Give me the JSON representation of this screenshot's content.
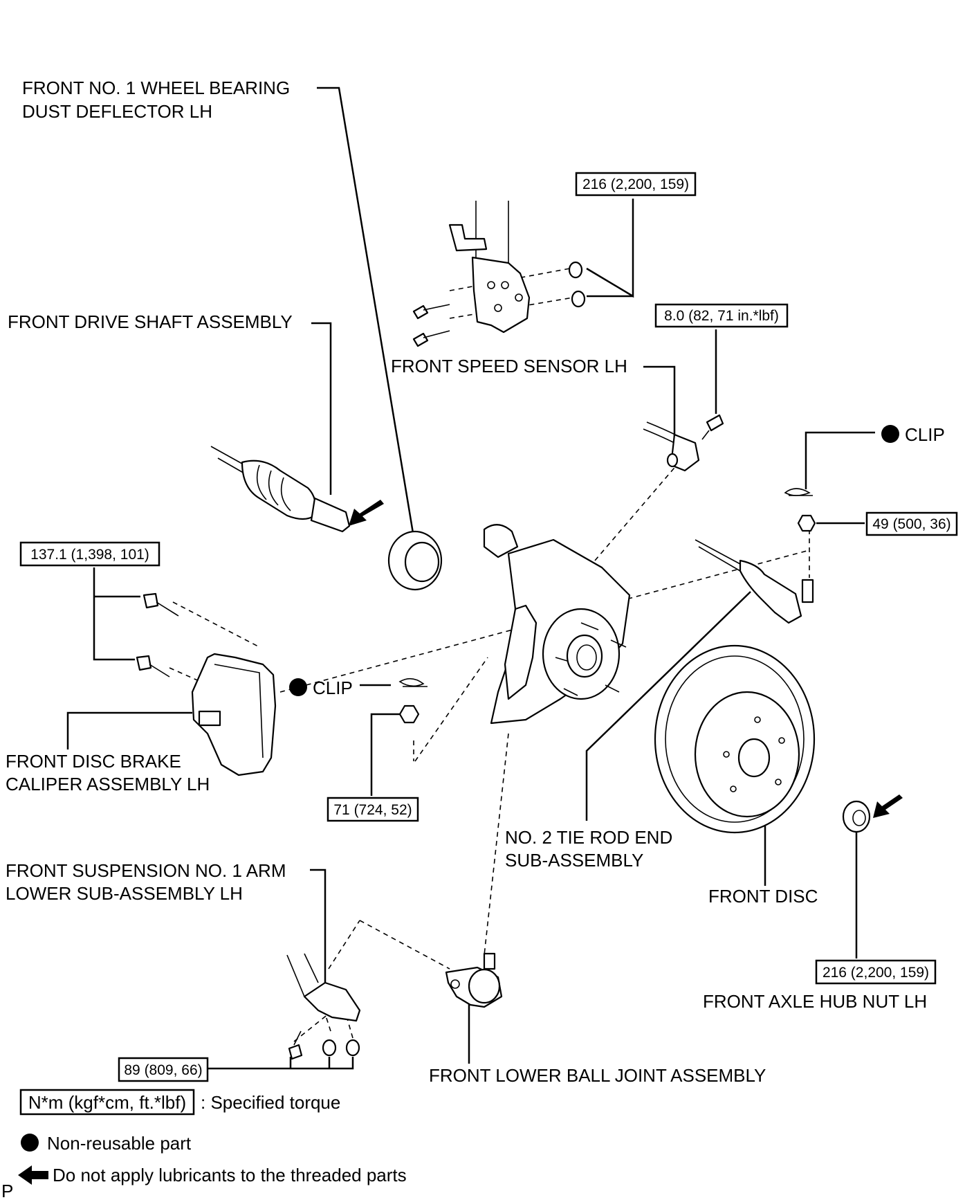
{
  "labels": {
    "dust_deflector": [
      "FRONT NO. 1 WHEEL BEARING",
      "DUST DEFLECTOR LH"
    ],
    "drive_shaft": "FRONT DRIVE SHAFT ASSEMBLY",
    "speed_sensor": "FRONT SPEED SENSOR LH",
    "clip_right": "CLIP",
    "clip_center": "CLIP",
    "brake_caliper": [
      "FRONT DISC BRAKE",
      "CALIPER ASSEMBLY LH"
    ],
    "tie_rod_end": [
      "NO. 2 TIE ROD END",
      "SUB-ASSEMBLY"
    ],
    "front_disc": "FRONT DISC",
    "lower_arm": [
      "FRONT SUSPENSION NO. 1 ARM",
      "LOWER SUB-ASSEMBLY LH"
    ],
    "axle_hub_nut": "FRONT AXLE HUB NUT LH",
    "ball_joint": "FRONT LOWER BALL JOINT ASSEMBLY"
  },
  "torques": {
    "strut_bolts": "216 (2,200, 159)",
    "speed_sensor_bolt": "8.0 (82, 71 in.*lbf)",
    "tie_rod_nut": "49 (500, 36)",
    "caliper_bolts": "137.1 (1,398, 101)",
    "ball_joint_nut": "71 (724, 52)",
    "hub_nut": "216 (2,200, 159)",
    "arm_bolts": "89 (809, 66)"
  },
  "legend": {
    "unit_box": "N*m (kgf*cm, ft.*lbf)",
    "unit_text": ": Specified torque",
    "nonreusable": "Non-reusable part",
    "no_lubricant": "Do not apply lubricants to the threaded parts"
  },
  "corner_mark": "P",
  "icons": {
    "nonreusable": "black-dot-icon",
    "no_lubricant": "black-arrow-icon"
  }
}
